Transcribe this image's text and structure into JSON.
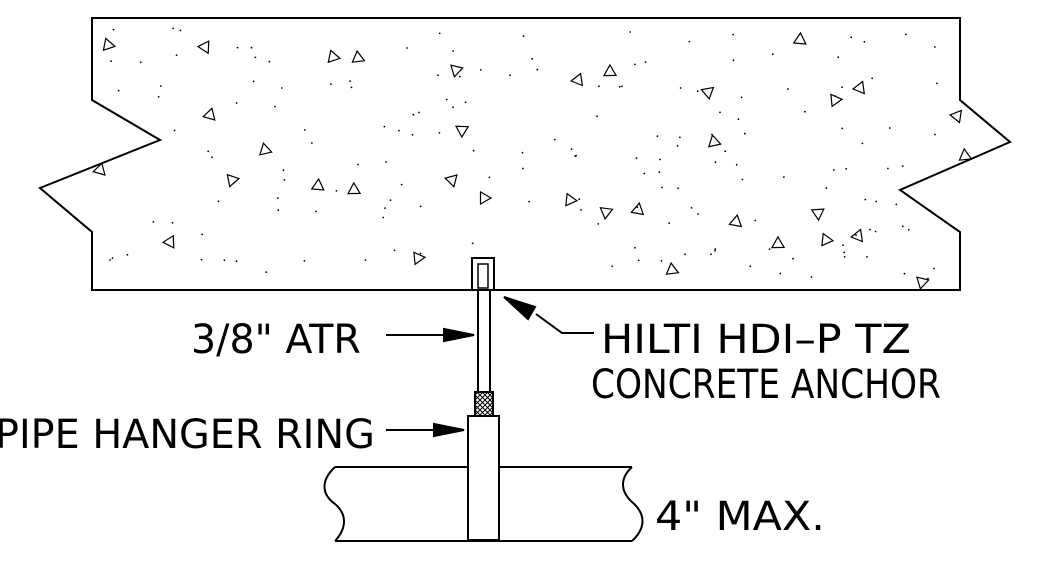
{
  "labels": {
    "rod": "3/8\" ATR",
    "anchor_line1": "HILTI HDI–P TZ",
    "anchor_line2": "CONCRETE ANCHOR",
    "hanger": "PIPE HANGER RING",
    "pipe_size": "4\" MAX."
  },
  "colors": {
    "line": "#000000",
    "background": "#ffffff"
  }
}
